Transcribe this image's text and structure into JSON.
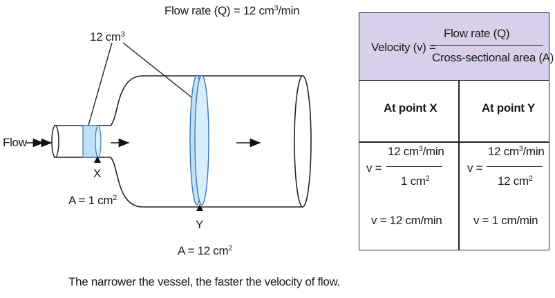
{
  "diagram": {
    "title_prefix": "Flow rate (Q) = 12 cm",
    "title_sup": "3",
    "title_suffix": "/min",
    "volume_label_prefix": "12 cm",
    "volume_label_sup": "3",
    "flow_label": "Flow",
    "point_x_label": "X",
    "point_x_area_prefix": "A = 1 cm",
    "point_x_area_sup": "2",
    "point_y_label": "Y",
    "point_y_area_prefix": "A = 12 cm",
    "point_y_area_sup": "2",
    "caption": "The narrower the vessel, the faster the velocity of flow."
  },
  "table": {
    "formula_left": "Velocity (v) =",
    "formula_numerator": "Flow rate (Q)",
    "formula_denominator": "Cross-sectional area (A)",
    "col_x_header": "At point X",
    "col_y_header": "At point Y",
    "x_v_eq": "v =",
    "x_num_prefix": "12 cm",
    "x_num_sup": "3",
    "x_num_suffix": "/min",
    "x_den_prefix": "1 cm",
    "x_den_sup": "2",
    "x_result": "v = 12 cm/min",
    "y_v_eq": "v =",
    "y_num_prefix": "12 cm",
    "y_num_sup": "3",
    "y_num_suffix": "/min",
    "y_den_prefix": "12 cm",
    "y_den_sup": "2",
    "y_result": "v = 1 cm/min"
  },
  "colors": {
    "header_bg": "#d8d0ea",
    "cross_section_fill": "#bfe0f5",
    "cross_section_stroke": "#3a7ab8"
  }
}
